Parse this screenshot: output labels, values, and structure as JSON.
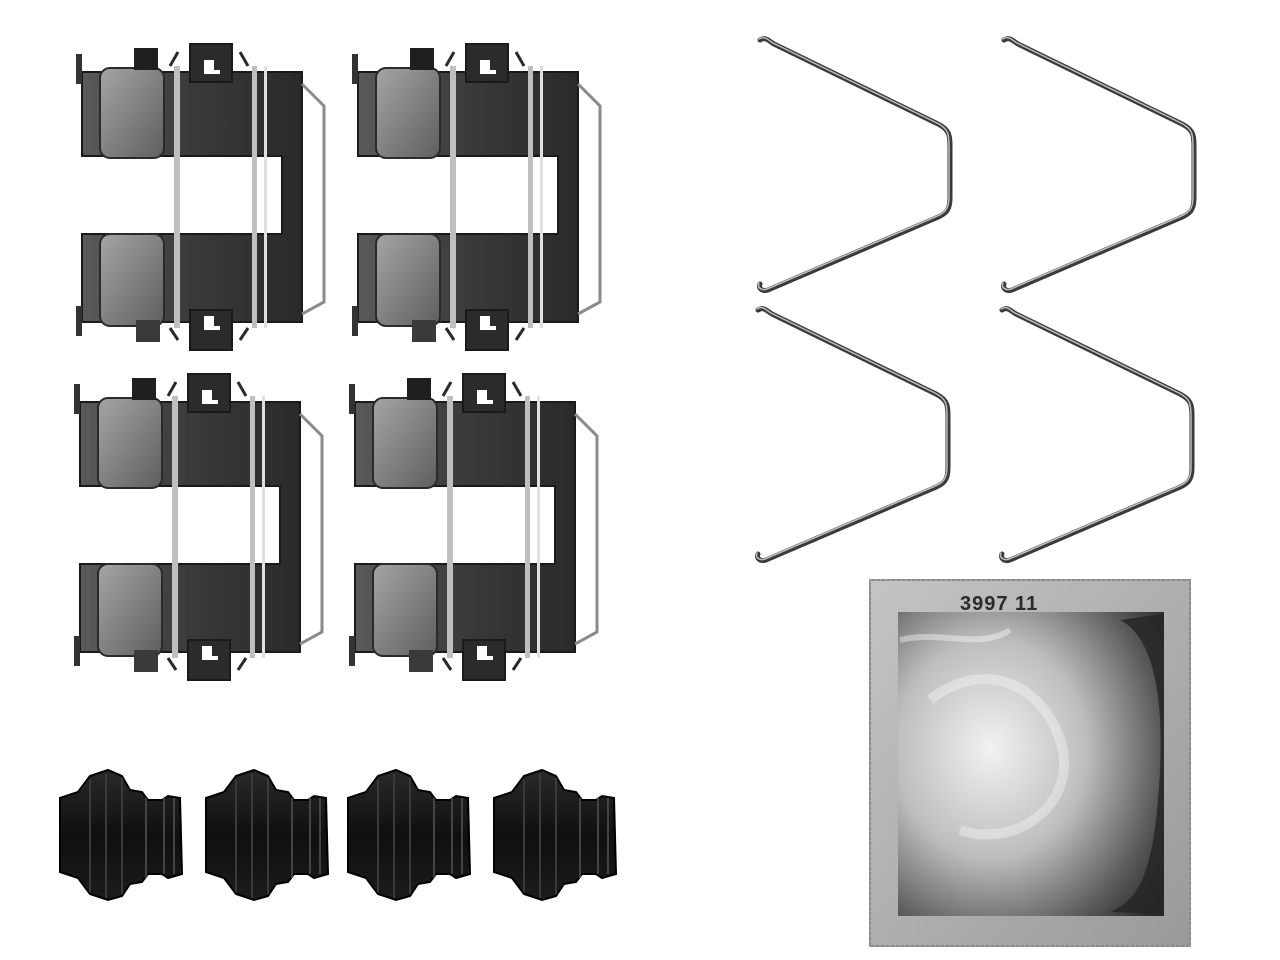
{
  "photo": {
    "background": "#ffffff",
    "colors": {
      "clip_dark": "#2b2b2b",
      "clip_mid": "#6a6a6a",
      "clip_light": "#9a9a9a",
      "spring": "#3a3a3a",
      "boot": "#141414",
      "sachet_light": "#d9d9d9",
      "sachet_dark": "#3d3d3d"
    },
    "items": {
      "clips": {
        "count": 4,
        "icon": "abutment-clip"
      },
      "springs": {
        "count": 4,
        "icon": "anti-rattle-spring"
      },
      "boots": {
        "count": 4,
        "icon": "guide-pin-boot"
      },
      "grease_sachet": {
        "count": 1,
        "icon": "grease-sachet",
        "label": "3997 11"
      }
    }
  }
}
